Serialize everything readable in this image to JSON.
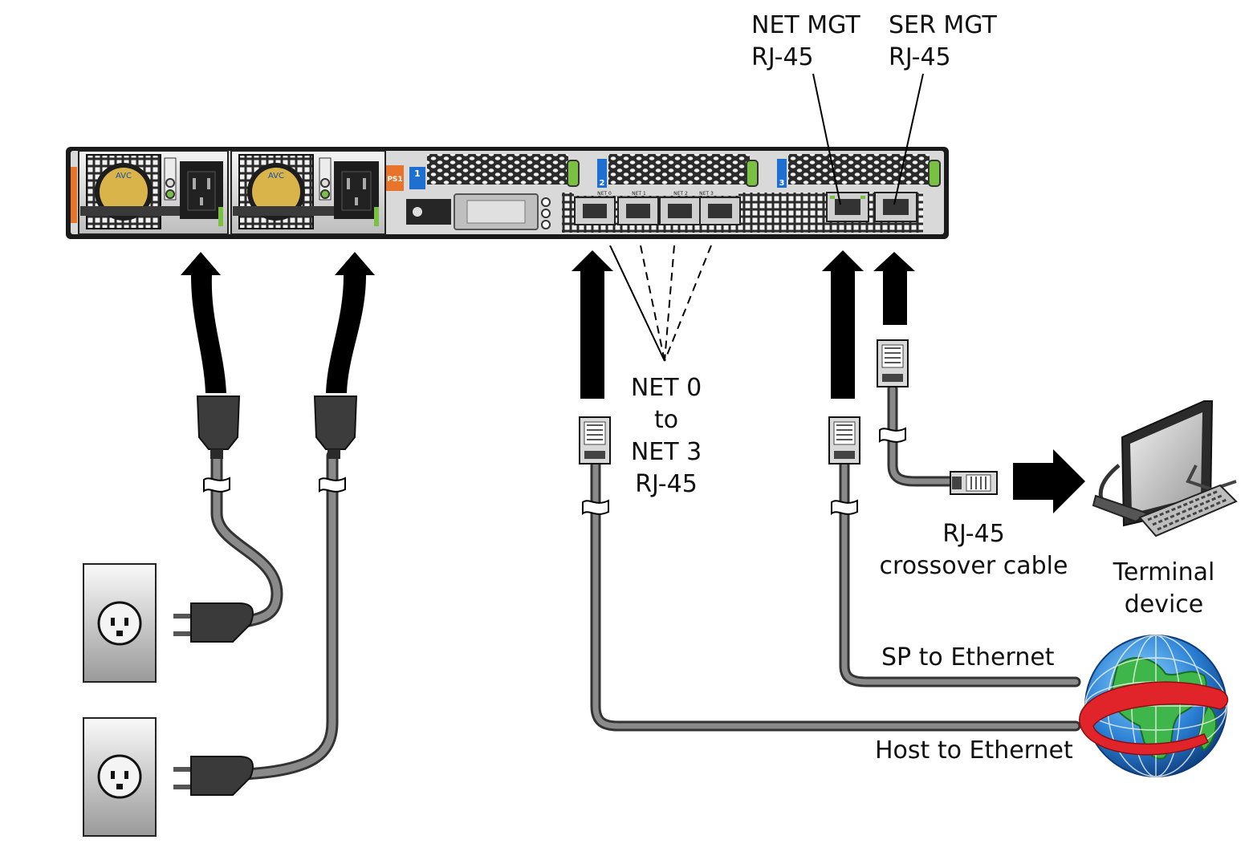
{
  "labels": {
    "net_mgt": [
      "NET MGT",
      "RJ-45"
    ],
    "ser_mgt": [
      "SER MGT",
      "RJ-45"
    ],
    "net_ports": [
      "NET 0",
      "to",
      "NET 3",
      "RJ-45"
    ],
    "crossover": [
      "RJ-45",
      "crossover cable"
    ],
    "terminal": [
      "Terminal",
      "device"
    ],
    "sp_ethernet": "SP to Ethernet",
    "host_ethernet": "Host to Ethernet"
  },
  "panel_markings": {
    "ps_tag": "PS1",
    "slot1": "1",
    "slot2": "2",
    "slot3": "3",
    "net_port_names": [
      "NET 0",
      "NET 1",
      "NET 2",
      "NET 3"
    ],
    "fan_brand": "AVC"
  },
  "colors": {
    "chassis": "#1a1a1a",
    "panel": "#d9d9d9",
    "accent_orange": "#e8732a",
    "slot_blue": "#1f6fd1",
    "latch_green": "#7ac043",
    "fan_label": "#d9b44a",
    "cable_gray": "#777777",
    "arrow": "#000000"
  }
}
